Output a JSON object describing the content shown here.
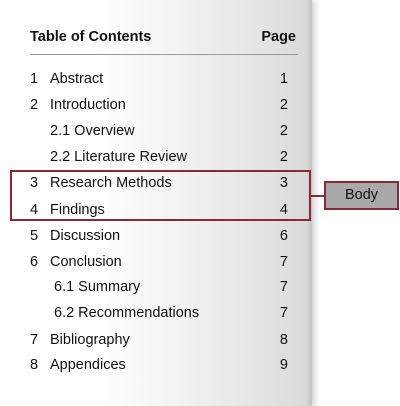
{
  "toc": {
    "title": "Table of Contents",
    "page_header": "Page",
    "entries": [
      {
        "num": "1",
        "label": "Abstract",
        "page": "1"
      },
      {
        "num": "2",
        "label": "Introduction",
        "page": "2"
      },
      {
        "num": "",
        "label": "2.1 Overview",
        "page": "2"
      },
      {
        "num": "",
        "label": "2.2 Literature Review",
        "page": "2"
      },
      {
        "num": "3",
        "label": "Research Methods",
        "page": "3"
      },
      {
        "num": "4",
        "label": "Findings",
        "page": "4"
      },
      {
        "num": "5",
        "label": "Discussion",
        "page": "6"
      },
      {
        "num": "6",
        "label": "Conclusion",
        "page": "7"
      },
      {
        "num": "",
        "label": "6.1 Summary",
        "page": "7"
      },
      {
        "num": "",
        "label": "6.2 Recommendations",
        "page": "7"
      },
      {
        "num": "7",
        "label": "Bibliography",
        "page": "8"
      },
      {
        "num": "8",
        "label": "Appendices",
        "page": "9"
      }
    ]
  },
  "annotation": {
    "callout_label": "Body",
    "highlight_color": "#8a2b34",
    "callout_fill": "#a8a8a8"
  }
}
